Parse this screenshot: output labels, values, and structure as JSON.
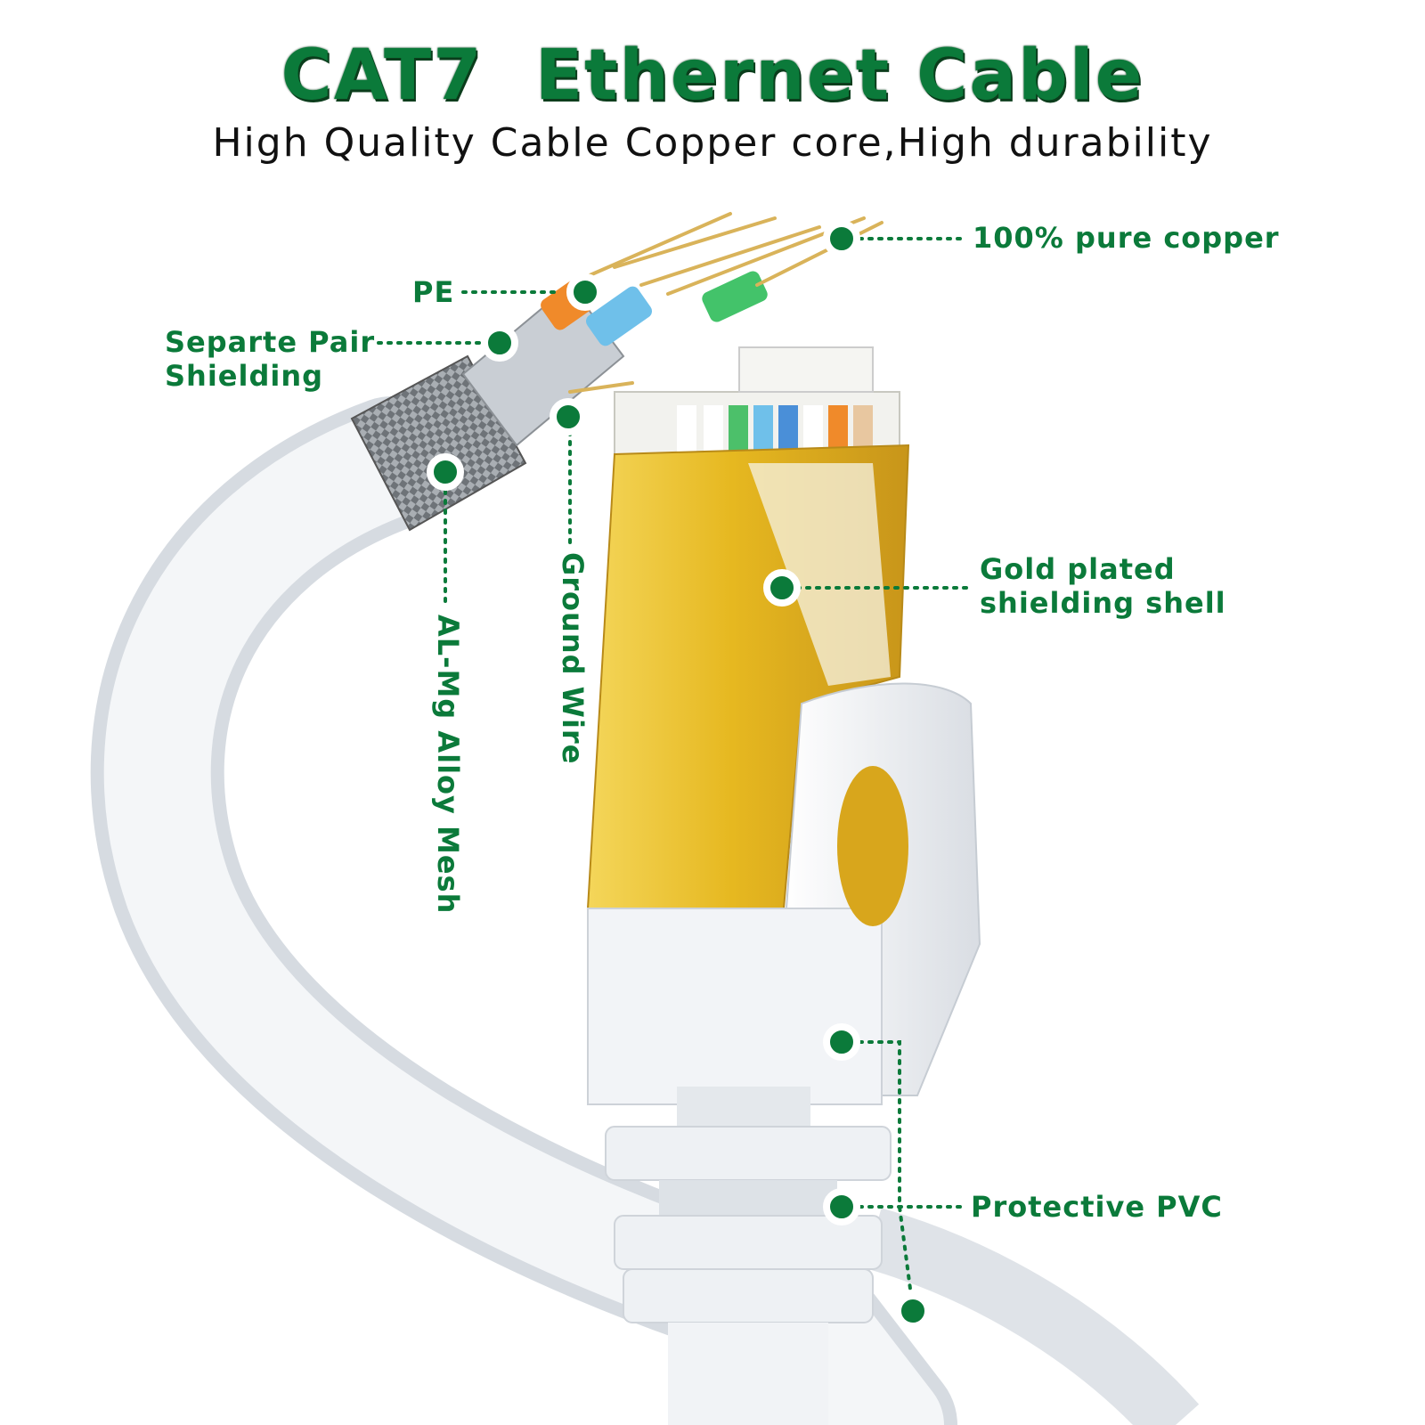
{
  "title": "CAT7  Ethernet Cable",
  "subtitle": "High Quality Cable Copper core,High durability",
  "colors": {
    "accent_green": "#0b7a3a",
    "gold": "#e6b820",
    "jacket_white": "#eef1f4"
  },
  "labels": {
    "copper": "100% pure copper",
    "pe": "PE",
    "separate_pair_line1": "Separte Pair",
    "separate_pair_line2": "Shielding",
    "gold_line1": "Gold plated",
    "gold_line2": "shielding shell",
    "ground_wire": "Ground Wire",
    "alloy_mesh": "AL-Mg Alloy Mesh",
    "pvc": "Protective PVC"
  }
}
